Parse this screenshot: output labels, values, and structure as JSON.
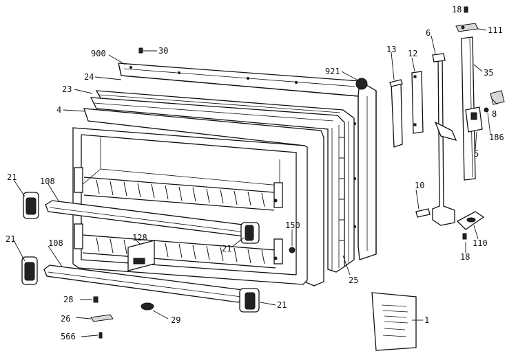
{
  "diagram": {
    "parts": [
      {
        "id": "p900",
        "label": "900"
      },
      {
        "id": "p30",
        "label": "30"
      },
      {
        "id": "p24",
        "label": "24"
      },
      {
        "id": "p23",
        "label": "23"
      },
      {
        "id": "p4",
        "label": "4"
      },
      {
        "id": "p921",
        "label": "921"
      },
      {
        "id": "p13",
        "label": "13"
      },
      {
        "id": "p12",
        "label": "12"
      },
      {
        "id": "p6",
        "label": "6"
      },
      {
        "id": "p18a",
        "label": "18"
      },
      {
        "id": "p111",
        "label": "111"
      },
      {
        "id": "p35",
        "label": "35"
      },
      {
        "id": "p8",
        "label": "8"
      },
      {
        "id": "p186",
        "label": "186"
      },
      {
        "id": "p5",
        "label": "5"
      },
      {
        "id": "p21a",
        "label": "21"
      },
      {
        "id": "p108a",
        "label": "108"
      },
      {
        "id": "p21b",
        "label": "21"
      },
      {
        "id": "p108b",
        "label": "108"
      },
      {
        "id": "p128",
        "label": "128"
      },
      {
        "id": "p150",
        "label": "150"
      },
      {
        "id": "p21c",
        "label": "21"
      },
      {
        "id": "p10",
        "label": "10"
      },
      {
        "id": "p110",
        "label": "110"
      },
      {
        "id": "p18b",
        "label": "18"
      },
      {
        "id": "p25",
        "label": "25"
      },
      {
        "id": "p28",
        "label": "28"
      },
      {
        "id": "p26",
        "label": "26"
      },
      {
        "id": "p29",
        "label": "29"
      },
      {
        "id": "p21d",
        "label": "21"
      },
      {
        "id": "p566",
        "label": "566"
      },
      {
        "id": "p1",
        "label": "1"
      }
    ]
  }
}
